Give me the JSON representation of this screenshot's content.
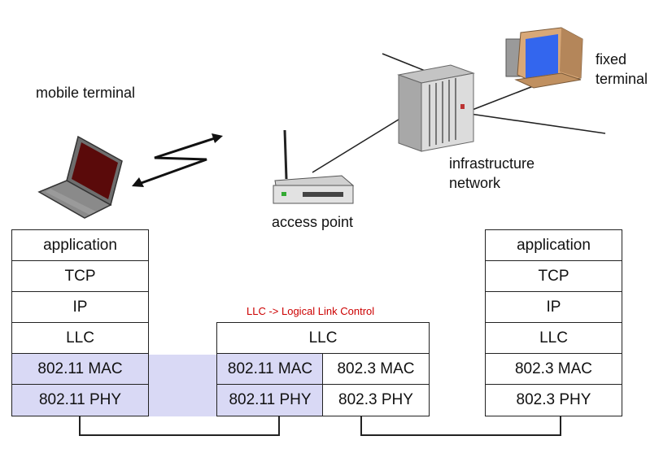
{
  "labels": {
    "mobile_terminal": "mobile terminal",
    "fixed_terminal_line1": "fixed",
    "fixed_terminal_line2": "terminal",
    "access_point": "access point",
    "infrastructure_line1": "infrastructure",
    "infrastructure_line2": "network",
    "llc_note": "LLC -> Logical Link Control"
  },
  "stacks": {
    "mobile": [
      "application",
      "TCP",
      "IP",
      "LLC",
      "802.11 MAC",
      "802.11 PHY"
    ],
    "bridge": {
      "top": "LLC",
      "left": [
        "802.11 MAC",
        "802.11 PHY"
      ],
      "right": [
        "802.3 MAC",
        "802.3 PHY"
      ]
    },
    "fixed": [
      "application",
      "TCP",
      "IP",
      "LLC",
      "802.3 MAC",
      "802.3 PHY"
    ]
  },
  "colors": {
    "wireless_layer": "#d9d9f5",
    "note": "#cc0000",
    "border": "#222222"
  }
}
